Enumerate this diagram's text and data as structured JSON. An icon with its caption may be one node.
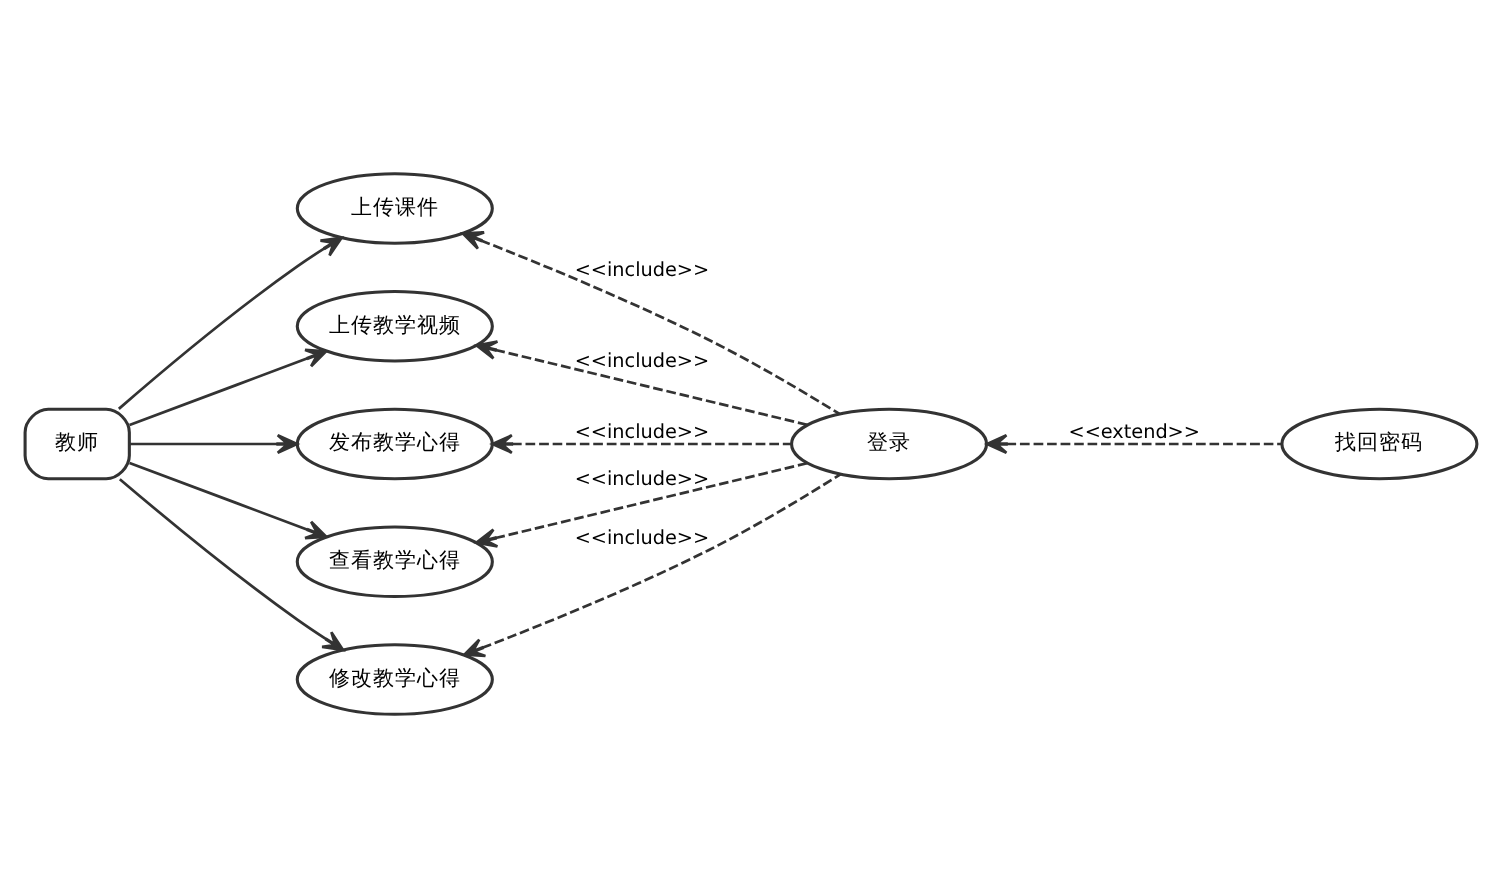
{
  "diagram": {
    "nodes": [
      {
        "text": [
          "教师"
        ]
      },
      {
        "text": [
          "上传课件"
        ]
      },
      {
        "text": [
          "上传教学视频"
        ]
      },
      {
        "text": [
          "发布教学心得"
        ]
      },
      {
        "text": [
          "查看教学心得"
        ]
      },
      {
        "text": [
          "修改教学心得"
        ]
      },
      {
        "text": [
          "登录"
        ]
      },
      {
        "text": [
          "找回密码"
        ]
      }
    ],
    "edges": [
      {
        "from": 0,
        "to": 1,
        "arrow": "to"
      },
      {
        "from": 0,
        "to": 2,
        "arrow": "to"
      },
      {
        "from": 0,
        "to": 3,
        "arrow": "to"
      },
      {
        "from": 0,
        "to": 4,
        "arrow": "to"
      },
      {
        "from": 0,
        "to": 5,
        "arrow": "to"
      },
      {
        "from": 6,
        "to": 1,
        "arrow": "to",
        "label": "<<include>>",
        "style": "dashed"
      },
      {
        "from": 6,
        "to": 2,
        "arrow": "to",
        "label": "<<include>>",
        "style": "dashed"
      },
      {
        "from": 6,
        "to": 3,
        "arrow": "to",
        "label": "<<include>>",
        "style": "dashed"
      },
      {
        "from": 6,
        "to": 4,
        "arrow": "to",
        "label": "<<include>>",
        "style": "dashed"
      },
      {
        "from": 6,
        "to": 5,
        "arrow": "to",
        "label": "<<include>>",
        "style": "dashed"
      },
      {
        "from": 7,
        "to": 6,
        "arrow": "to",
        "label": "<<extend>>",
        "style": "dashed"
      }
    ]
  }
}
